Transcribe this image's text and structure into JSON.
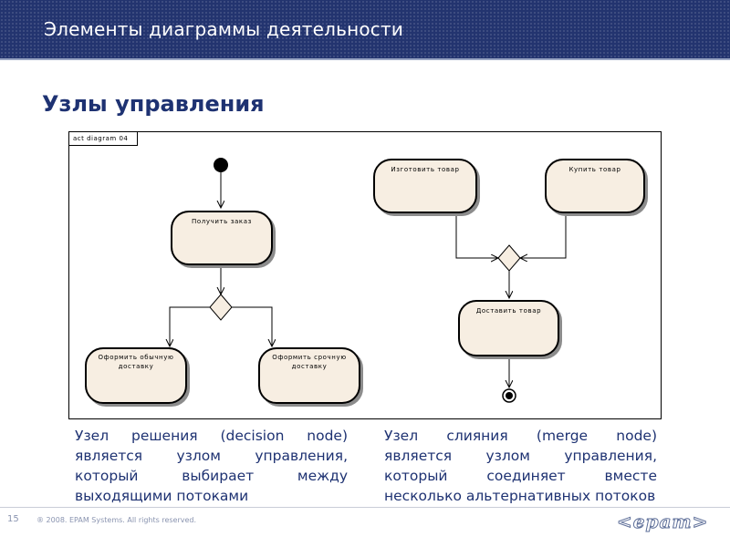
{
  "header": {
    "title": "Элементы диаграммы деятельности"
  },
  "slide": {
    "title": "Узлы управления"
  },
  "diagram": {
    "frame_label": "act diagram 04",
    "nodes": {
      "get_order": "Получить заказ",
      "regular_delivery": "Оформить обычную доставку",
      "urgent_delivery": "Оформить срочную доставку",
      "make_product": "Изготовить товар",
      "buy_product": "Купить товар",
      "deliver_product": "Доставить товар"
    }
  },
  "text": {
    "decision": "Узел решения (decision node) является узлом управления, который выбирает между выходящими потоками",
    "merge": "Узел слияния (merge node) является узлом управления, который соединяет вместе несколько альтернативных потоков"
  },
  "footer": {
    "page_number": "15",
    "copyright": "® 2008. EPAM Systems. All rights reserved.",
    "logo": "<epam>"
  },
  "colors": {
    "accent": "#1e3272",
    "header_bg": "#23346f",
    "node_fill": "#f7eee2"
  }
}
